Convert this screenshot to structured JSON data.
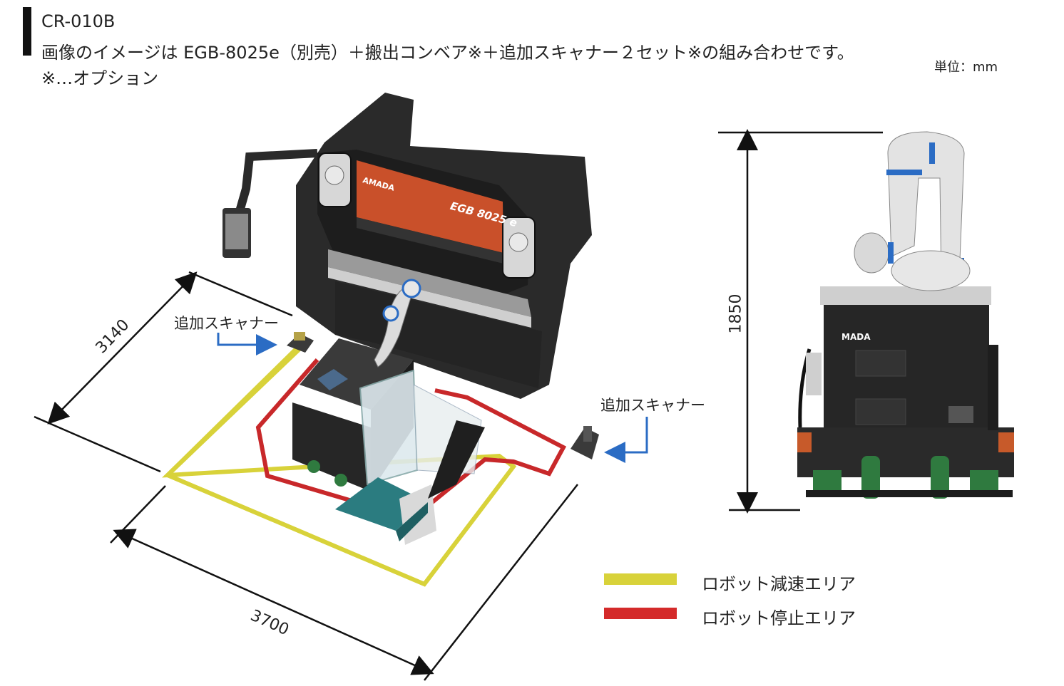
{
  "header": {
    "model": "CR-010B",
    "description": "画像のイメージは EGB-8025e（別売）＋搬出コンベア※＋追加スキャナー２セット※の組み合わせです。",
    "option_note": "※…オプション"
  },
  "unit_label": "単位：mm",
  "labels": {
    "scanner_left": "追加スキャナー",
    "scanner_right": "追加スキャナー"
  },
  "dimensions": {
    "depth": "3140",
    "width": "3700",
    "height": "1850"
  },
  "machine_text": {
    "brand_front": "AMADA",
    "press_model": "EGB 8025 e",
    "robot_brand": "MADA"
  },
  "legend": [
    {
      "label": "ロボット減速エリア",
      "color": "#d8d23a"
    },
    {
      "label": "ロボット停止エリア",
      "color": "#d42a2a"
    }
  ],
  "colors": {
    "slow_zone": "#d8d23a",
    "stop_zone": "#c8282a",
    "arrow_blue": "#2b6cc4",
    "press_orange": "#c9502a",
    "machine_dark": "#2a2a2a"
  }
}
